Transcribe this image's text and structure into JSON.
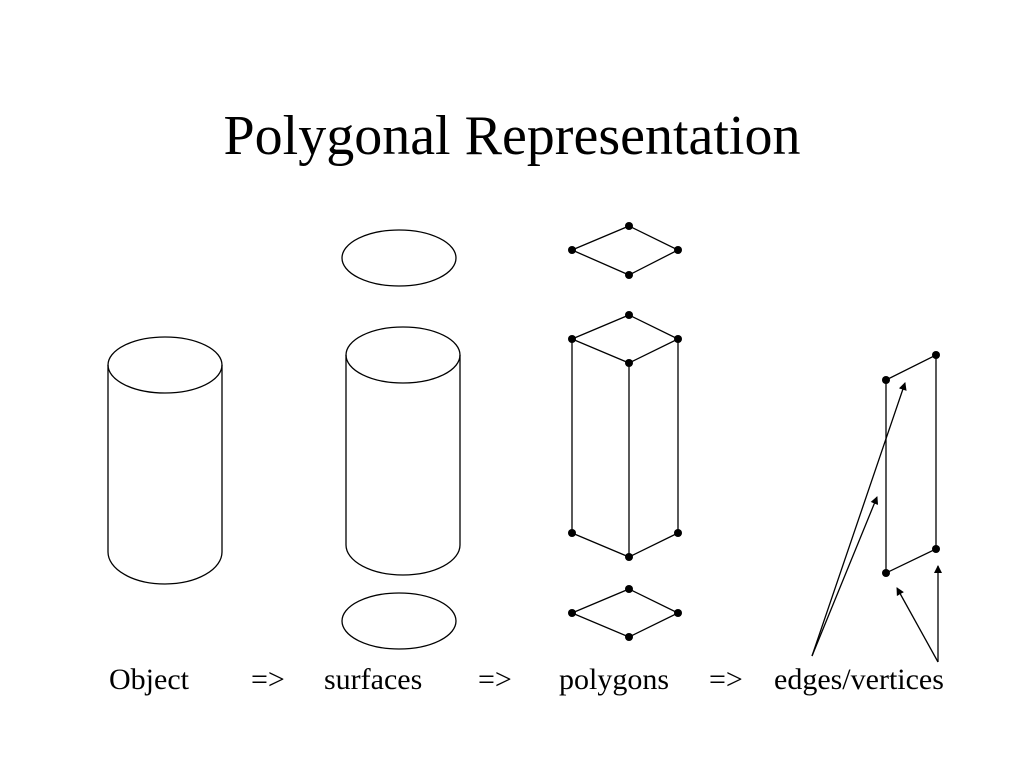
{
  "slide": {
    "title": "Polygonal Representation",
    "captions": {
      "object": "Object",
      "arrow1": "=>",
      "surfaces": "surfaces",
      "arrow2": "=>",
      "polygons": "polygons",
      "arrow3": "=>",
      "edges_vertices": "edges/vertices"
    }
  }
}
